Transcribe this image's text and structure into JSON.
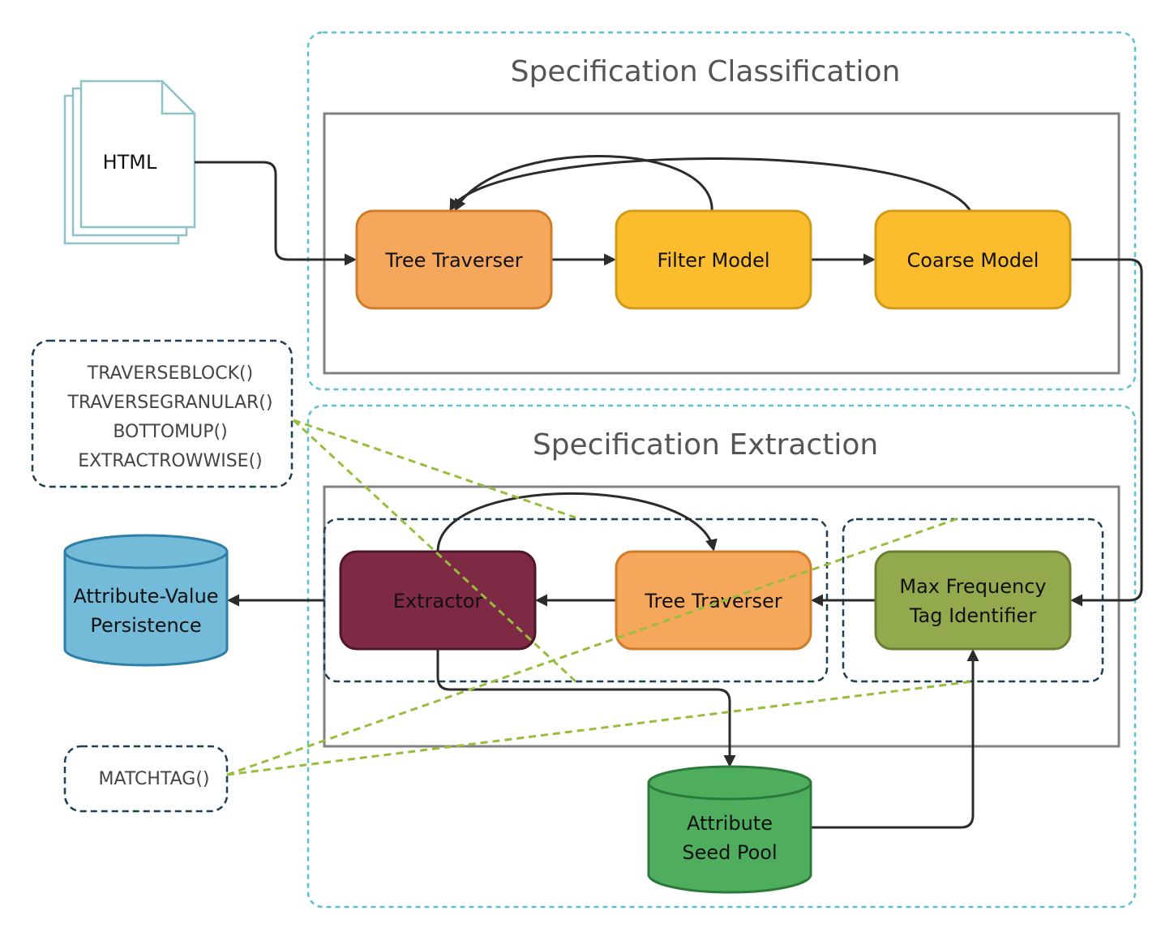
{
  "sections": {
    "classification_title": "Specification Classification",
    "extraction_title": "Specification Extraction"
  },
  "inputs": {
    "html_doc_label": "HTML"
  },
  "nodes": {
    "tree_traverser_top": "Tree Traverser",
    "filter_model": "Filter Model",
    "coarse_model": "Coarse Model",
    "extractor": "Extractor",
    "tree_traverser_bottom": "Tree Traverser",
    "max_freq_line1": "Max Frequency",
    "max_freq_line2": "Tag Identifier"
  },
  "stores": {
    "attr_value_line1": "Attribute-Value",
    "attr_value_line2": "Persistence",
    "seed_pool_line1": "Attribute",
    "seed_pool_line2": "Seed Pool"
  },
  "functions": {
    "traverse_block": "TRAVERSEBLOCK()",
    "traverse_granular": "TRAVERSEGRANULAR()",
    "bottom_up": "BOTTOMUP()",
    "extract_rowwise": "EXTRACTROWWISE()",
    "match_tag": "MATCHTAG()"
  },
  "colors": {
    "orange": "#F5A85C",
    "yellow": "#FBBD2E",
    "maroon": "#7F2A45",
    "olive": "#93A94D",
    "blue_db": "#74BBD9",
    "green_db": "#4FAD5E",
    "cyan_dash": "#5BC0D0",
    "navy_dash": "#1F3F55",
    "green_dash": "#96BE3C",
    "arrow": "#2B2B2B"
  }
}
